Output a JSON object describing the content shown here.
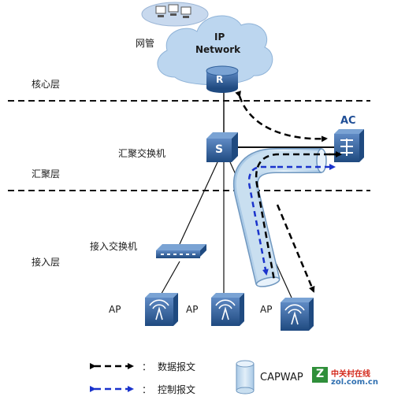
{
  "network": {
    "cloud_label_line1": "IP",
    "cloud_label_line2": "Network",
    "nms_label": "网管",
    "router_letter": "R"
  },
  "layers": {
    "core": "核心层",
    "aggregation": "汇聚层",
    "access": "接入层"
  },
  "devices": {
    "agg_switch_label": "汇聚交换机",
    "agg_switch_letter": "S",
    "access_switch_label": "接入交换机",
    "ac_label": "AC",
    "ap_labels": [
      "AP",
      "AP",
      "AP"
    ]
  },
  "legend": {
    "data_separator": "：",
    "data_label": "数据报文",
    "control_separator": "：",
    "control_label": "控制报文",
    "capwap_label": "CAPWAP"
  },
  "watermark": {
    "line1": "中关村在线",
    "line2": "zol.com.cn",
    "letter": "Z"
  },
  "colors": {
    "cloud": "#bcd6ef",
    "device_blue": "#2f5f9a",
    "tunnel": "#c9dff0",
    "data_arrow": "#000000",
    "control_arrow": "#1a33cc",
    "ac_label": "#1f4e96"
  }
}
